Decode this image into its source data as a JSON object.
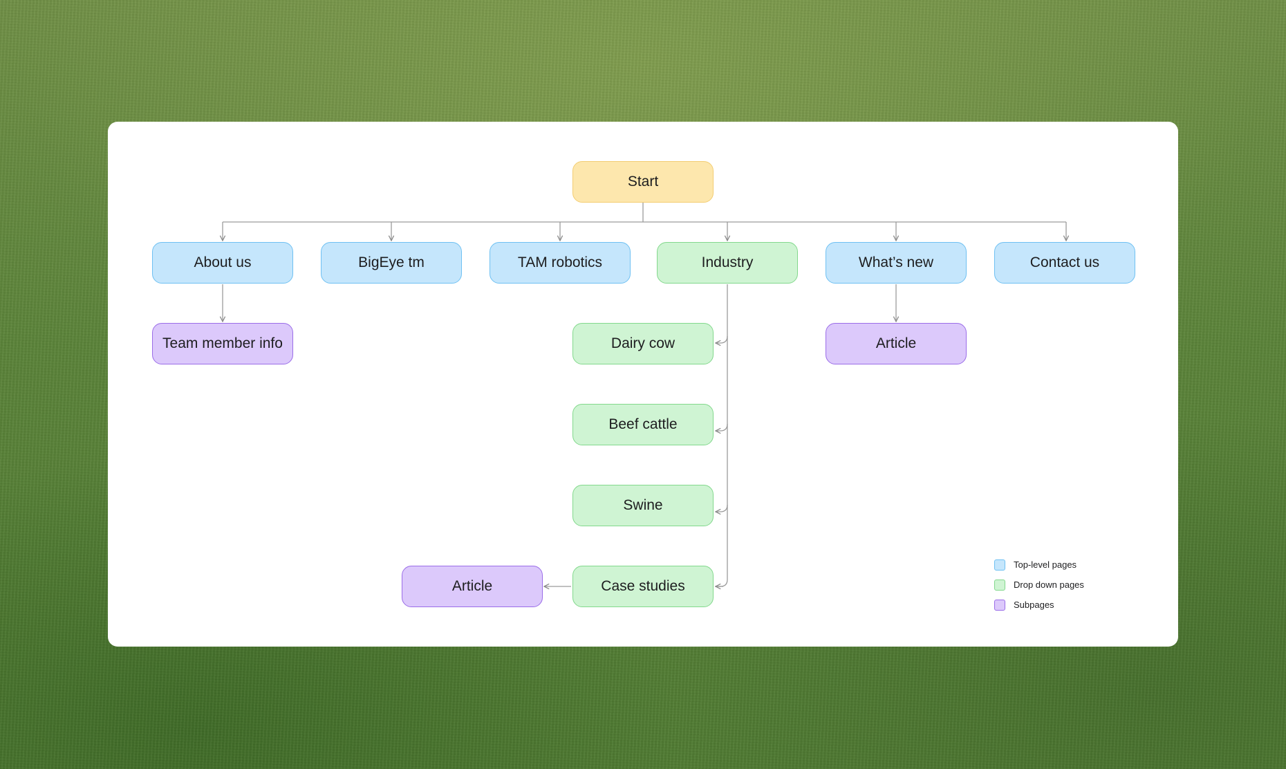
{
  "diagram": {
    "nodes": {
      "start": "Start",
      "about_us": "About us",
      "bigeye": "BigEye tm",
      "tam_robotics": "TAM robotics",
      "industry": "Industry",
      "whats_new": "What’s new",
      "contact_us": "Contact us",
      "team_member_info": "Team member info",
      "dairy_cow": "Dairy cow",
      "beef_cattle": "Beef cattle",
      "swine": "Swine",
      "case_studies": "Case studies",
      "article_whats_new": "Article",
      "article_case_studies": "Article"
    },
    "edges": [
      [
        "start",
        "about_us"
      ],
      [
        "start",
        "bigeye"
      ],
      [
        "start",
        "tam_robotics"
      ],
      [
        "start",
        "industry"
      ],
      [
        "start",
        "whats_new"
      ],
      [
        "start",
        "contact_us"
      ],
      [
        "about_us",
        "team_member_info"
      ],
      [
        "industry",
        "dairy_cow"
      ],
      [
        "industry",
        "beef_cattle"
      ],
      [
        "industry",
        "swine"
      ],
      [
        "industry",
        "case_studies"
      ],
      [
        "whats_new",
        "article_whats_new"
      ],
      [
        "case_studies",
        "article_case_studies"
      ]
    ]
  },
  "legend": {
    "items": [
      {
        "label": "Top-level pages",
        "color": "#c5e6fc",
        "border": "#6ec0f2"
      },
      {
        "label": "Drop down pages",
        "color": "#cff4d3",
        "border": "#82d88c"
      },
      {
        "label": "Subpages",
        "color": "#dcc9fb",
        "border": "#9a6ce8"
      }
    ]
  }
}
